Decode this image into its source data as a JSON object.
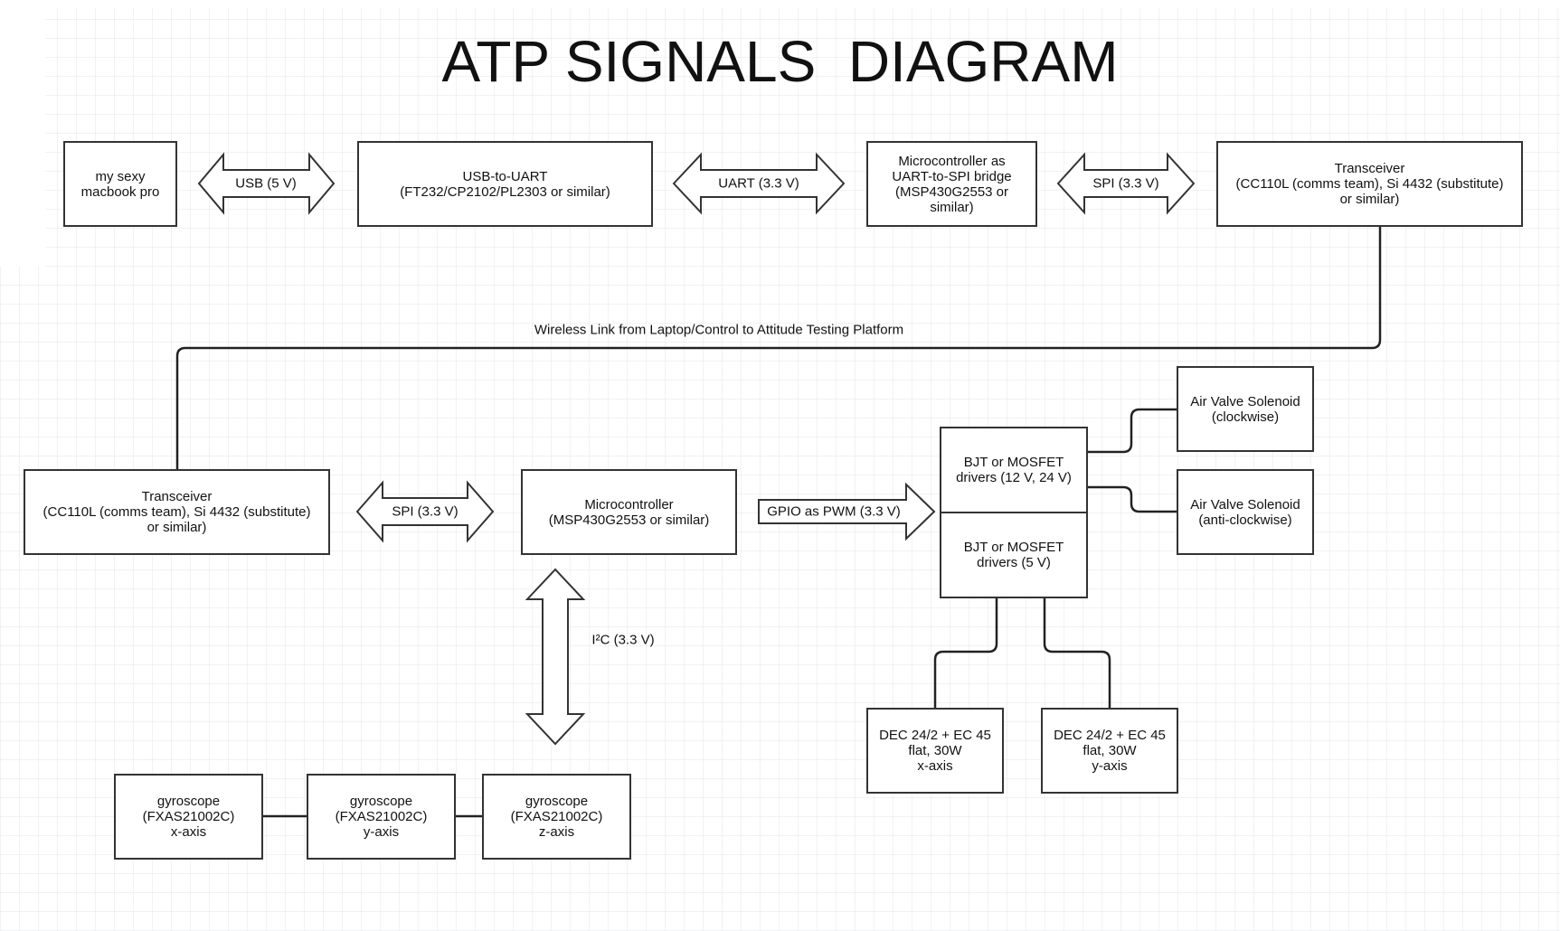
{
  "title": "ATP SIGNALS  DIAGRAM",
  "colors": {
    "stroke": "#333333",
    "grid": "#e3e6ea",
    "text": "#111111",
    "background": "#ffffff"
  },
  "nodes": {
    "laptop": [
      "my sexy",
      "macbook pro"
    ],
    "usb_uart": [
      "USB-to-UART",
      "(FT232/CP2102/PL2303 or similar)"
    ],
    "mcu_bridge": [
      "Microcontroller as",
      "UART-to-SPI bridge",
      "(MSP430G2553 or",
      "similar)"
    ],
    "transceiver_top": [
      "Transceiver",
      "(CC110L (comms team), Si 4432 (substitute)",
      "or similar)"
    ],
    "transceiver_bottom": [
      "Transceiver",
      "(CC110L (comms team), Si 4432 (substitute)",
      "or similar)"
    ],
    "microcontroller": [
      "Microcontroller",
      "(MSP430G2553 or similar)"
    ],
    "driver_high": [
      "BJT or MOSFET",
      "drivers (12 V, 24 V)"
    ],
    "driver_low": [
      "BJT or MOSFET",
      "drivers (5 V)"
    ],
    "valve_cw": [
      "Air Valve Solenoid",
      "(clockwise)"
    ],
    "valve_acw": [
      "Air Valve Solenoid",
      "(anti-clockwise)"
    ],
    "motor_x": [
      "DEC 24/2 + EC 45",
      "flat, 30W",
      "x-axis"
    ],
    "motor_y": [
      "DEC 24/2 + EC 45",
      "flat, 30W",
      "y-axis"
    ],
    "gyro_x": [
      "gyroscope",
      "(FXAS21002C)",
      "x-axis"
    ],
    "gyro_y": [
      "gyroscope",
      "(FXAS21002C)",
      "y-axis"
    ],
    "gyro_z": [
      "gyroscope",
      "(FXAS21002C)",
      "z-axis"
    ]
  },
  "links": {
    "usb": "USB (5 V)",
    "uart": "UART (3.3 V)",
    "spi_top": "SPI (3.3 V)",
    "wireless": "Wireless Link from Laptop/Control to Attitude Testing Platform",
    "spi_bottom": "SPI (3.3 V)",
    "gpio_pwm": "GPIO as PWM (3.3 V)",
    "i2c": "I²C (3.3 V)"
  }
}
